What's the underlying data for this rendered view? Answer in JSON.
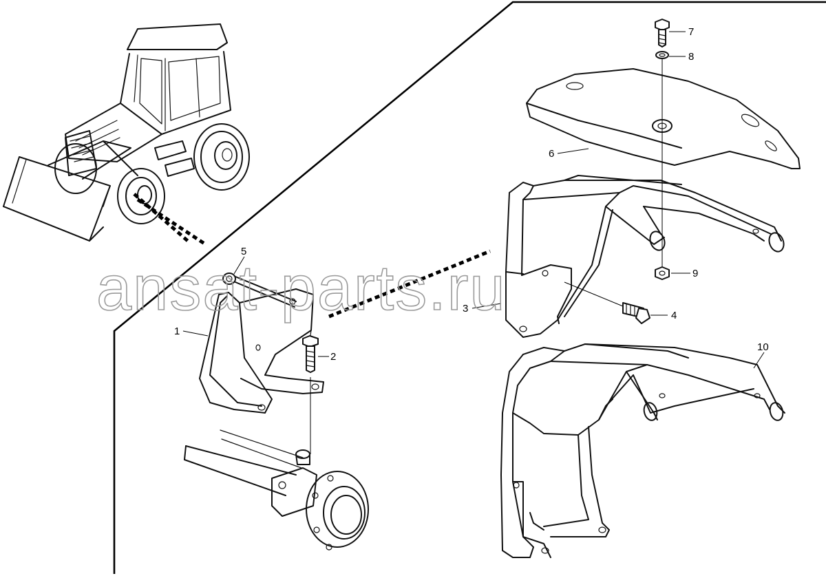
{
  "watermark": "ansat-parts.ru",
  "callouts": {
    "c1": "1",
    "c2": "2",
    "c3": "3",
    "c4": "4",
    "c5": "5",
    "c6": "6",
    "c7": "7",
    "c8": "8",
    "c9": "9",
    "c10": "10"
  }
}
